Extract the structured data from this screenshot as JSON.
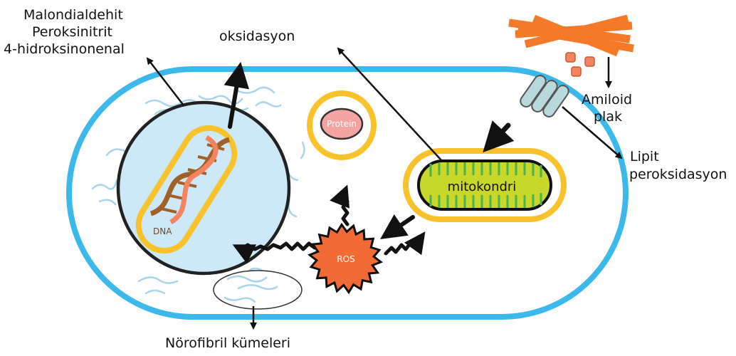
{
  "labels": {
    "toxic_products": [
      "Malondialdehit",
      "Peroksinitrit",
      "4-hidroksinonenal"
    ],
    "oxidation": "oksidasyon",
    "amyloid": [
      "Amiloid",
      "plak"
    ],
    "lipid": [
      "Lipit",
      "peroksidasyon"
    ],
    "neurofibril": "Nörofibril kümeleri",
    "mitochondria": "mitokondri",
    "ros": "ROS",
    "protein": "Protein",
    "dna": "DNA"
  },
  "colors": {
    "cell_membrane": "#3db8ea",
    "nucleus_fill": "#cde8f6",
    "organelle_ring": "#f7c22b",
    "mitochondria_fill": "#c8d82a",
    "mitochondria_cristae": "#4caf50",
    "ros_fill": "#f26b36",
    "protein_fill": "#f4a3a3",
    "dna_strand_a": "#f4845f",
    "dna_strand_b": "#a0602a",
    "amyloid_fibril": "#f47a2a",
    "amyloid_dot": "#f4845f",
    "receptor": "#b7d9dc",
    "filament": "#a9d4ea",
    "arrow": "#111111"
  }
}
